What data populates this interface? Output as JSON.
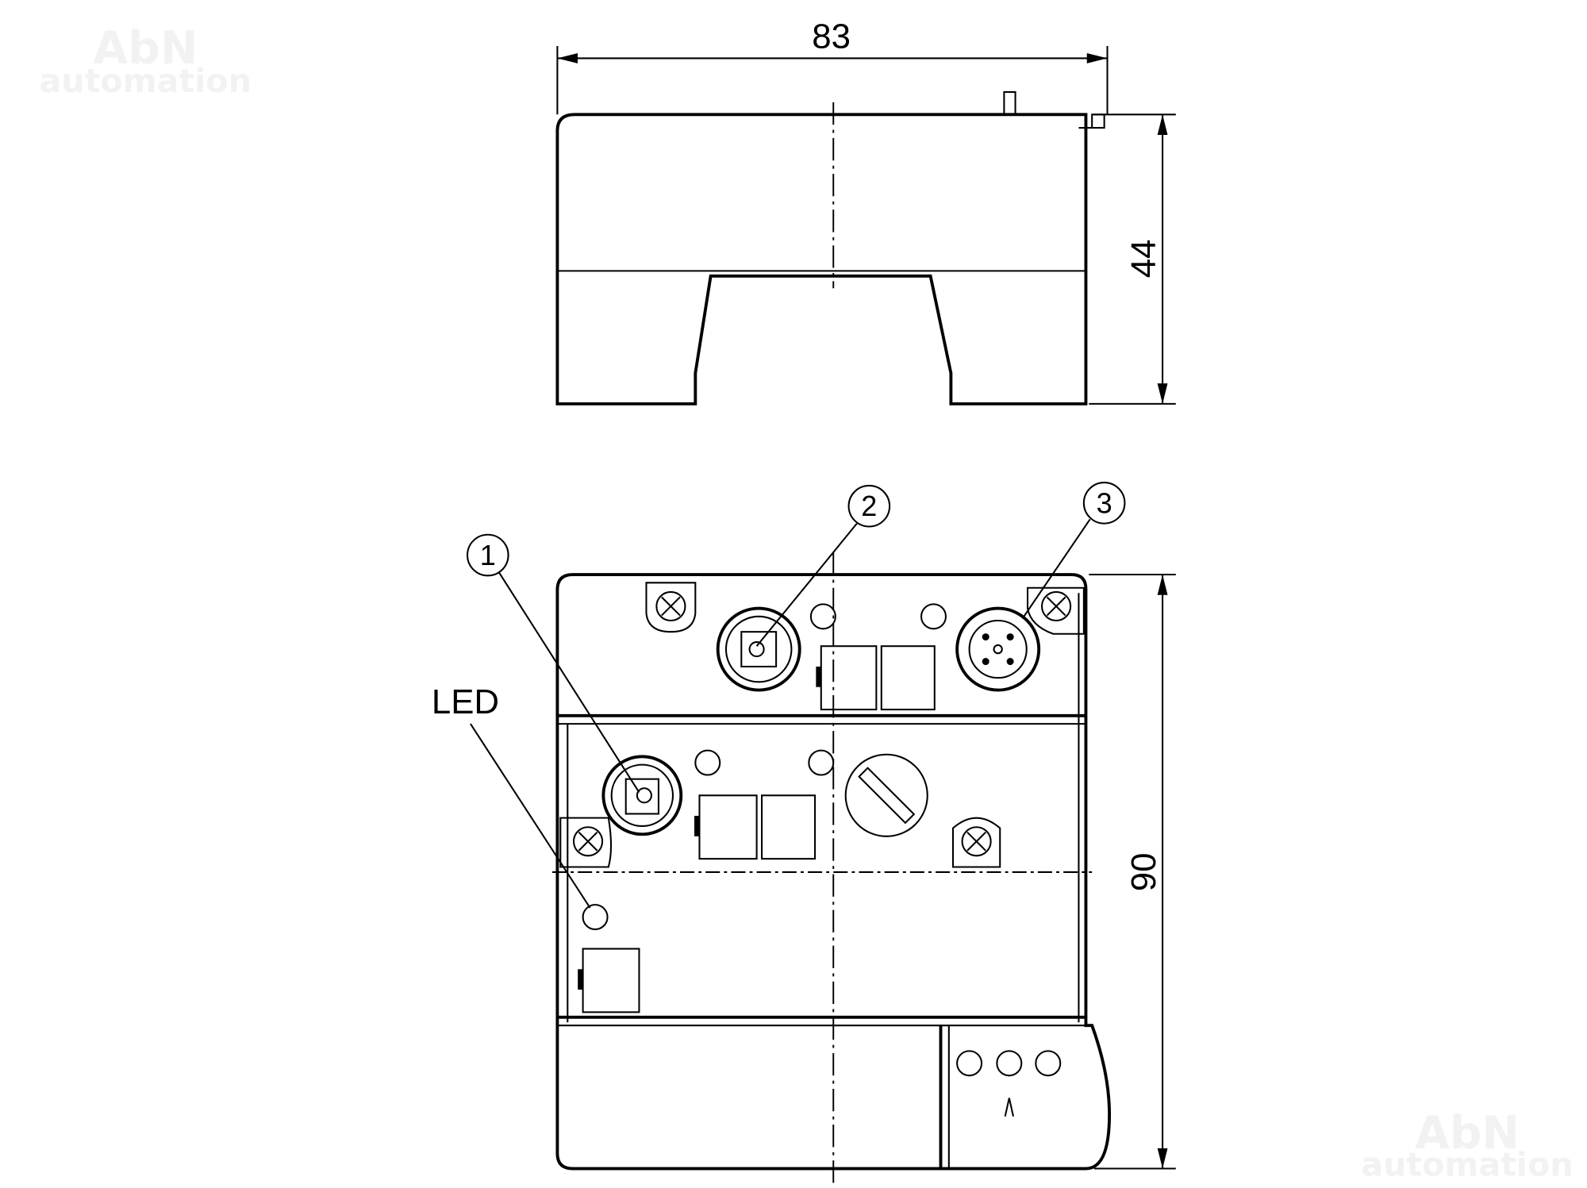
{
  "watermark": {
    "line1": "AbN",
    "line2": "automation"
  },
  "dimensions": {
    "width": "83",
    "height_top_view": "44",
    "height_front_view": "90"
  },
  "callouts": {
    "c1": "1",
    "c2": "2",
    "c3": "3",
    "led": "LED"
  },
  "colors": {
    "line": "#000000",
    "background": "#ffffff",
    "watermark": "#f2f2f2"
  }
}
